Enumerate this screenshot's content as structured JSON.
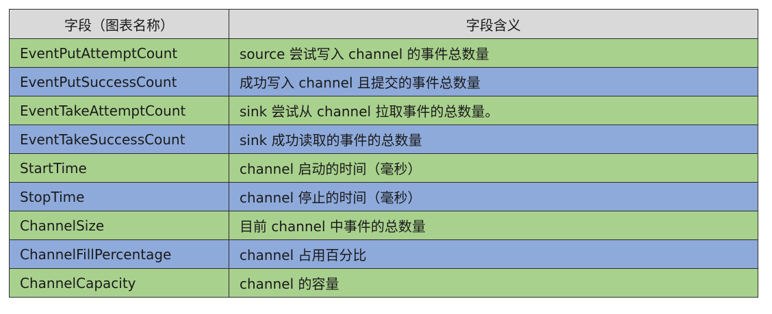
{
  "header": {
    "col1": "字段（图表名称）",
    "col2": "字段含义"
  },
  "rows": [
    {
      "field": "EventPutAttemptCount",
      "meaning": "source 尝试写入 channel 的事件总数量",
      "color": "#a9d18e"
    },
    {
      "field": "EventPutSuccessCount",
      "meaning": "成功写入 channel 且提交的事件总数量",
      "color": "#8eaadb"
    },
    {
      "field": "EventTakeAttemptCount",
      "meaning": "sink 尝试从 channel 拉取事件的总数量。",
      "color": "#a9d18e"
    },
    {
      "field": "EventTakeSuccessCount",
      "meaning": "sink 成功读取的事件的总数量",
      "color": "#8eaadb"
    },
    {
      "field": "StartTime",
      "meaning": "channel 启动的时间（毫秒）",
      "color": "#a9d18e"
    },
    {
      "field": "StopTime",
      "meaning": "channel 停止的时间（毫秒）",
      "color": "#8eaadb"
    },
    {
      "field": "ChannelSize",
      "meaning": "目前 channel 中事件的总数量",
      "color": "#a9d18e"
    },
    {
      "field": "ChannelFillPercentage",
      "meaning": "channel 占用百分比",
      "color": "#8eaadb"
    },
    {
      "field": "ChannelCapacity",
      "meaning": "channel 的容量",
      "color": "#a9d18e"
    }
  ]
}
